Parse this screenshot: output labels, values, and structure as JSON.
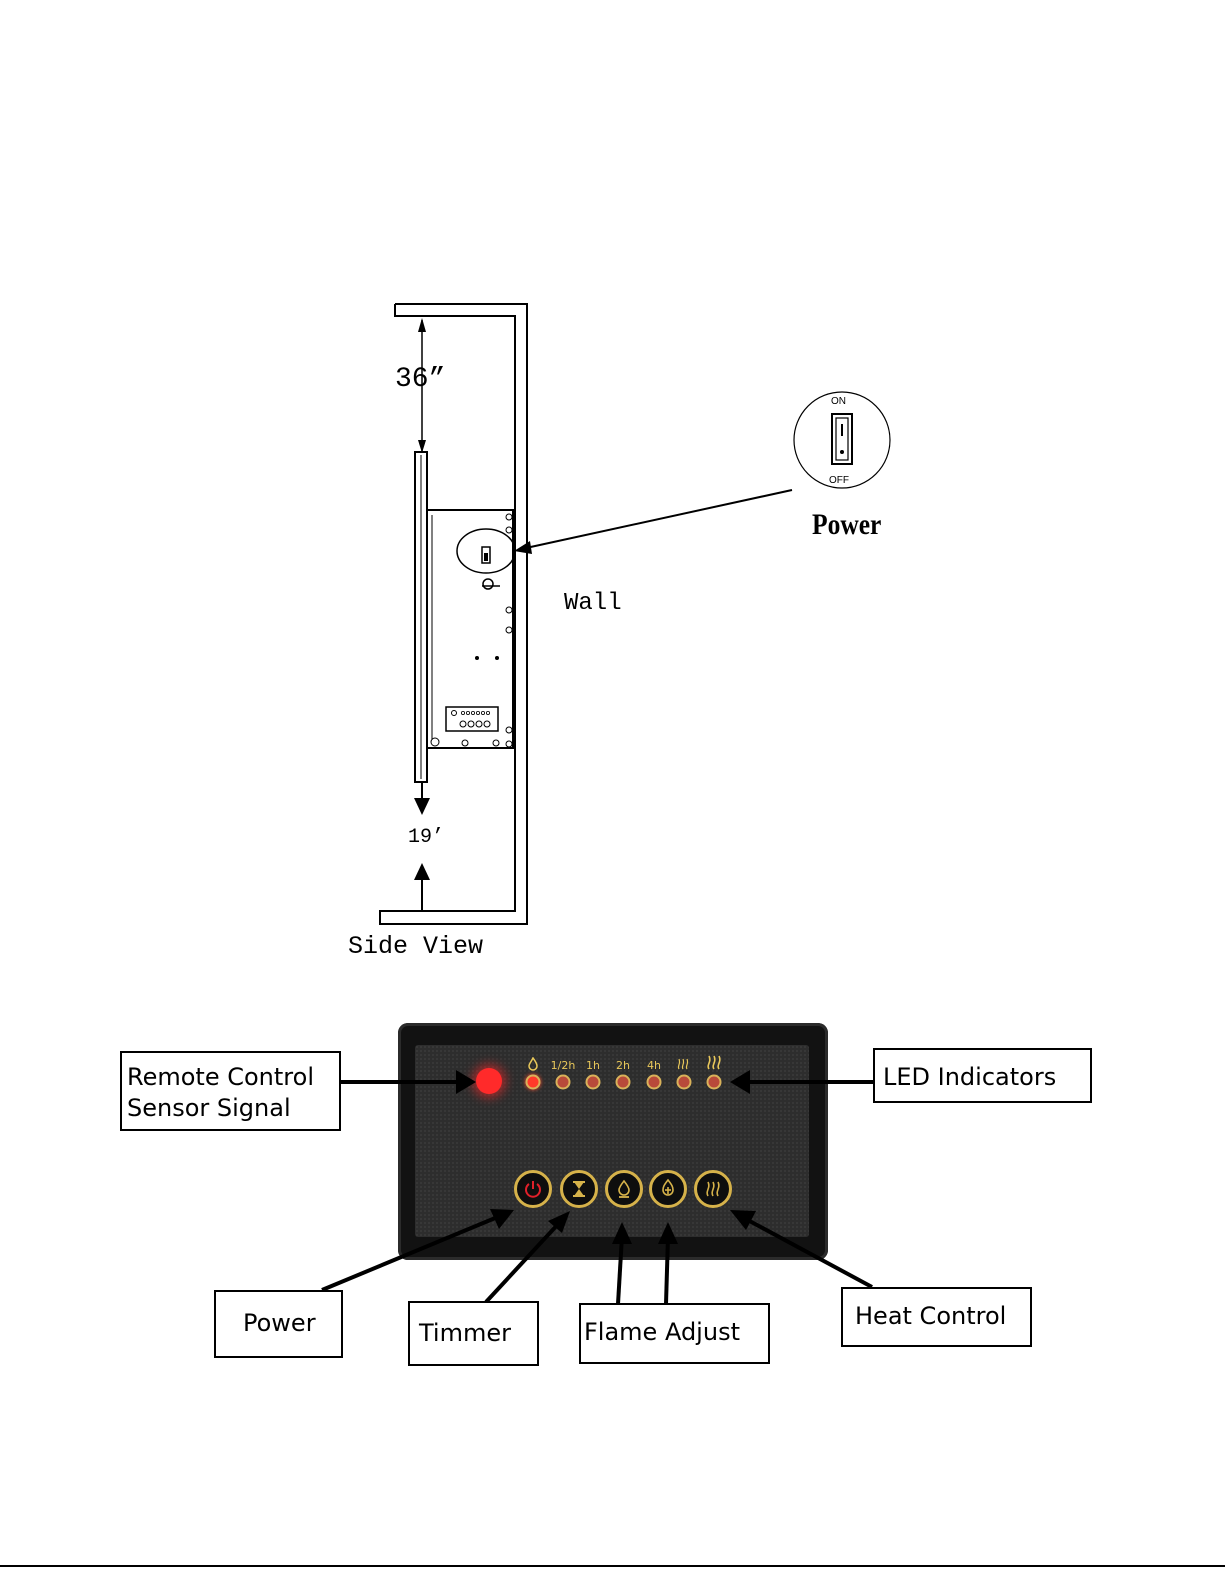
{
  "side_view": {
    "dim_top": "36”",
    "dim_bottom": "19’",
    "wall_label": "Wall",
    "view_label": "Side View"
  },
  "power_switch": {
    "on_label": "ON",
    "off_label": "OFF",
    "caption": "Power"
  },
  "control_panel": {
    "led_labels": [
      "1/2h",
      "1h",
      "2h",
      "4h"
    ],
    "callouts": {
      "remote_sensor": [
        "Remote Control",
        "Sensor Signal"
      ],
      "led_indicators": "LED Indicators",
      "power": "Power",
      "timer": "Timmer",
      "flame_adjust": "Flame Adjust",
      "heat_control": "Heat Control"
    }
  },
  "colors": {
    "button_ring": "#d6b24a",
    "power_icon": "#e0202a",
    "led_on": "#ff3a2a",
    "panel": "#121212"
  },
  "icons": [
    "flame-icon",
    "heat-waves-icon",
    "power-icon",
    "hourglass-icon",
    "flame-down-icon",
    "flame-up-icon"
  ]
}
